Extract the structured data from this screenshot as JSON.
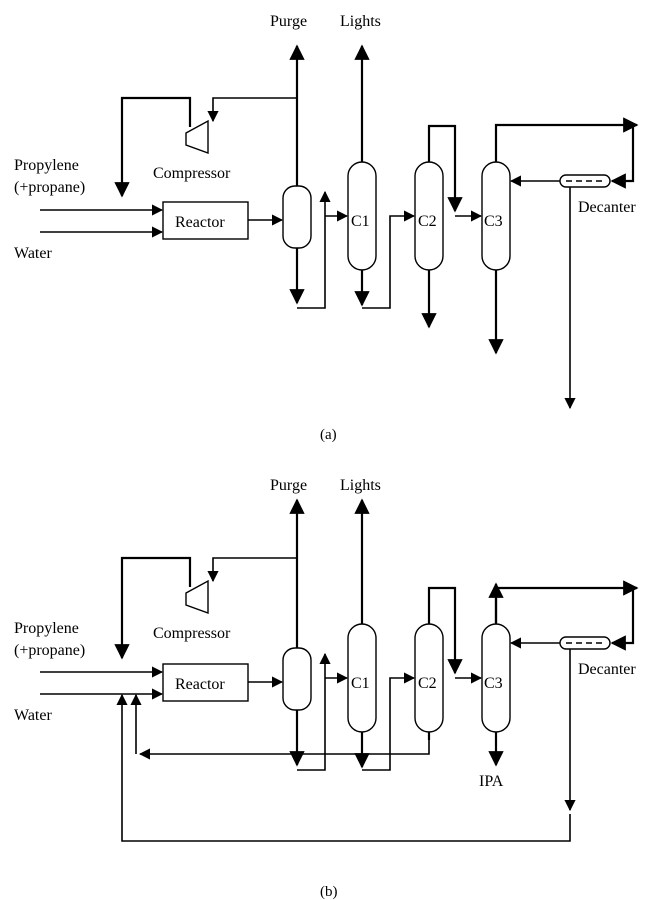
{
  "panel_a": {
    "caption": "(a)",
    "labels": {
      "purge": "Purge",
      "lights": "Lights",
      "feed_line1": "Propylene",
      "feed_line2": "(+propane)",
      "water": "Water",
      "compressor": "Compressor",
      "reactor": "Reactor",
      "c1": "C1",
      "c2": "C2",
      "c3": "C3",
      "decanter": "Decanter"
    }
  },
  "panel_b": {
    "caption": "(b)",
    "labels": {
      "purge": "Purge",
      "lights": "Lights",
      "feed_line1": "Propylene",
      "feed_line2": "(+propane)",
      "water": "Water",
      "compressor": "Compressor",
      "reactor": "Reactor",
      "c1": "C1",
      "c2": "C2",
      "c3": "C3",
      "decanter": "Decanter",
      "ipa": "IPA"
    }
  },
  "colors": {
    "line": "#000000",
    "background": "#ffffff"
  }
}
